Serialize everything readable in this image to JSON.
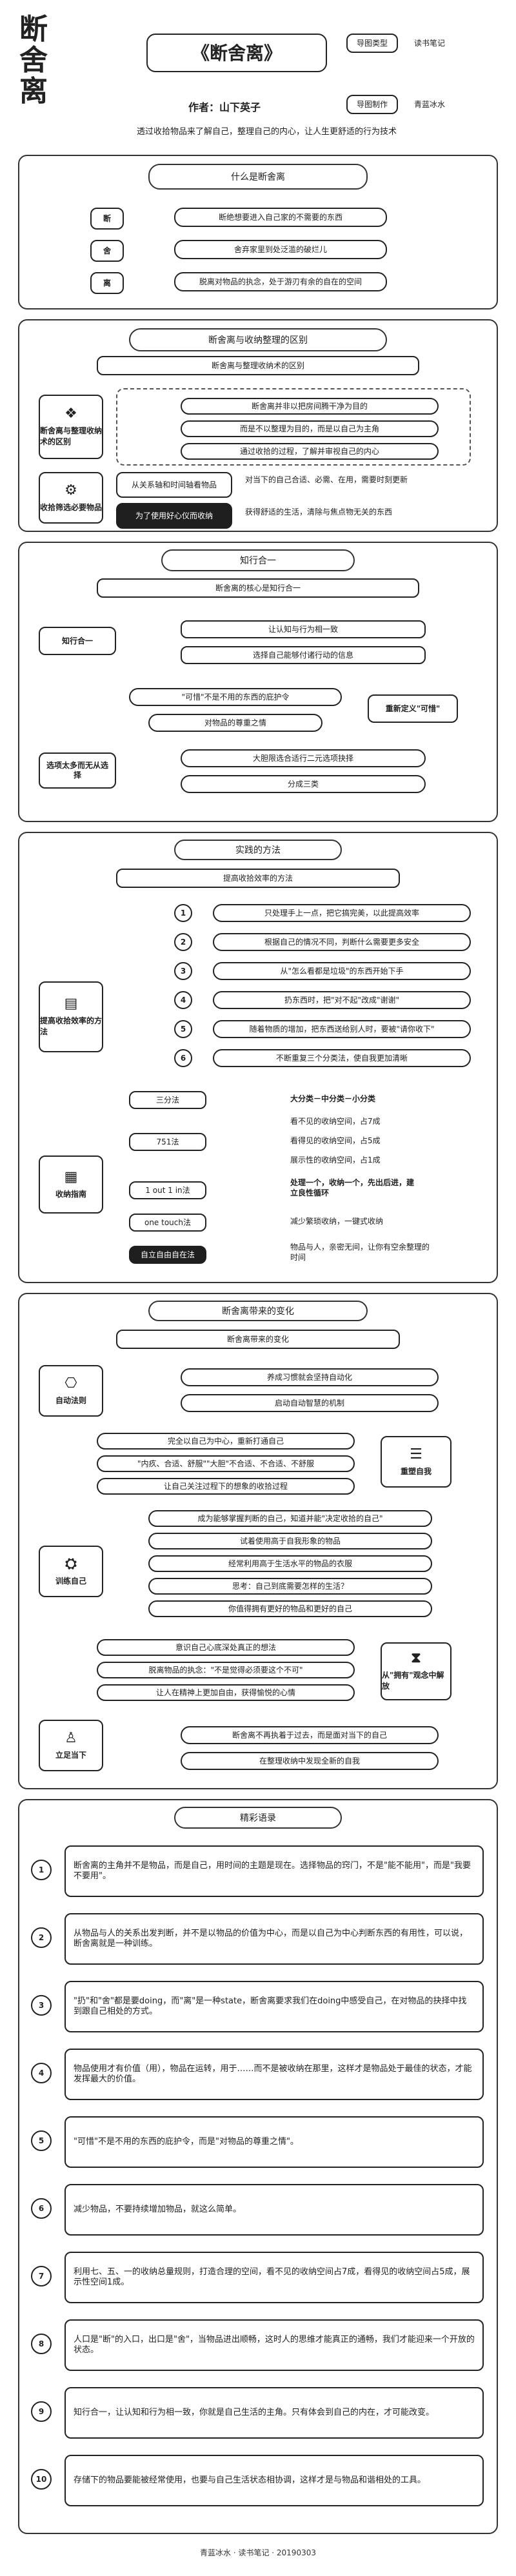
{
  "header": {
    "logo_chars": [
      "断",
      "舍",
      "离"
    ],
    "book_title": "《断舍离》",
    "author": "作者：山下英子",
    "subtitle": "透过收拾物品来了解自己，整理自己的内心，让人生更舒适的行为技术",
    "meta": [
      {
        "k": "导图类型",
        "v": "读书笔记"
      },
      {
        "k": "导图制作",
        "v": "青蓝冰水"
      }
    ]
  },
  "s1": {
    "title": "什么是断舍离",
    "rows": [
      {
        "k": "断",
        "v": "断绝想要进入自己家的不需要的东西"
      },
      {
        "k": "舍",
        "v": "舍弃家里到处泛滥的破烂儿"
      },
      {
        "k": "离",
        "v": "脱离对物品的执念，处于游刃有余的自在的空间"
      }
    ]
  },
  "s2": {
    "title": "断舍离与收纳整理的区别",
    "top_pill": "断舍离与整理收纳术的区别",
    "left_box": "断舍离与整理收纳术的区别",
    "items": [
      "断舍离并非以把房间腾干净为目的",
      "而是不以整理为目的，而是以自己为主角",
      "通过收拾的过程，了解并审视自己的内心"
    ],
    "left_box2": "收拾筛选必要物品",
    "sub": [
      {
        "k": "从关系轴和时间轴看物品",
        "v": "对当下的自己合适、必需、在用，需要时刻更新"
      },
      {
        "k": "为了使用好心仪而收纳",
        "v": "获得舒适的生活，清除与焦点物无关的东西"
      }
    ]
  },
  "s3": {
    "title": "知行合一",
    "top_pill": "断舍离的核心是知行合一",
    "left1": "知行合一",
    "right1": [
      "让认知与行为相一致",
      "选择自己能够付诸行动的信息"
    ],
    "mid_pill": "\"可惜\"不是不用的东西的庇护令",
    "mid_box": "对物品的尊重之情",
    "right_mid": "重新定义\"可惜\"",
    "left2": "选项太多而无从选择",
    "right2": [
      "大胆限选合适行二元选项抉择",
      "分成三类"
    ]
  },
  "s4": {
    "title": "实践的方法",
    "top_pill": "提高收拾效率的方法",
    "left1": "提高收拾效率的方法",
    "steps": [
      {
        "n": "1",
        "t": "只处理手上一点，把它搞完美，以此提高效率"
      },
      {
        "n": "2",
        "t": "根据自己的情况不同，判断什么需要更多安全"
      },
      {
        "n": "3",
        "t": "从\"怎么看都是垃圾\"的东西开始下手"
      },
      {
        "n": "4",
        "t": "扔东西时，把\"对不起\"改成\"谢谢\""
      },
      {
        "n": "5",
        "t": "随着物质的增加，把东西送给别人时，要被\"请你收下\""
      },
      {
        "n": "6",
        "t": "不断重复三个分类法，使自我更加清晰"
      }
    ],
    "left2": "收纳指南",
    "methods": [
      {
        "k": "三分法",
        "v": "大分类－中分类－小分类"
      },
      {
        "k": "751法",
        "v": "看不见的收纳空间，占7成"
      },
      {
        "k": "",
        "v": "看得见的收纳空间，占5成"
      },
      {
        "k": "",
        "v": "展示性的收纳空间，占1成"
      },
      {
        "k": "1 out 1 in法",
        "v": "处理一个，收纳一个，先出后进，建立良性循环"
      },
      {
        "k": "one touch法",
        "v": "减少繁琐收纳，一键式收纳"
      },
      {
        "k": "自立自由自在法",
        "v": "物品与人，亲密无间，让你有空余整理的时间"
      }
    ]
  },
  "s5": {
    "title": "断舍离带来的变化",
    "top_pill": "断舍离带来的变化",
    "left1": "自动法则",
    "right1": [
      "养成习惯就会坚持自动化",
      "启动自动智慧的机制"
    ],
    "pills_mid": [
      "完全以自己为中心，重新打通自己",
      "\"内疚、合适、舒服\"\"大胆\"不合适、不合适、不舒服",
      "让自己关注过程下的想象的收拾过程"
    ],
    "right_mid": "重塑自我",
    "left2": "训练自己",
    "right2": [
      "成为能够掌握判断的自己，知道并能\"决定收拾的自己\"",
      "试着使用高于自我形象的物品",
      "经常利用高于生活水平的物品的衣服",
      "思考：自己到底需要怎样的生活？",
      "你值得拥有更好的物品和更好的自己"
    ],
    "right_mid2": "从\"拥有\"观念中解放",
    "pills_mid2": [
      "意识自己心底深处真正的想法",
      "脱离物品的执念：\"不是觉得必须要这个不可\"",
      "让人在精神上更加自由，获得愉悦的心情"
    ],
    "left3": "立足当下",
    "right3": [
      "断舍离不再执着于过去，而是面对当下的自己",
      "在整理收纳中发现全新的自我"
    ]
  },
  "s6": {
    "title": "精彩语录",
    "quotes": [
      {
        "n": "1",
        "t": "断舍离的主角并不是物品，而是自己，用时间的主题是现在。选择物品的窍门，不是\"能不能用\"，而是\"我要不要用\"。"
      },
      {
        "n": "2",
        "t": "从物品与人的关系出发判断，并不是以物品的价值为中心，而是以自己为中心判断东西的有用性，可以说，断舍离就是一种训练。"
      },
      {
        "n": "3",
        "t": "\"扔\"和\"舍\"都是要doing，而\"离\"是一种state，断舍离要求我们在doing中感受自己，在对物品的抉择中找到跟自己相处的方式。"
      },
      {
        "n": "4",
        "t": "物品使用才有价值（用），物品在运转，用于……而不是被收纳在那里，这样才是物品处于最佳的状态，才能发挥最大的价值。"
      },
      {
        "n": "5",
        "t": "\"可惜\"不是不用的东西的庇护令，而是\"对物品的尊重之情\"。"
      },
      {
        "n": "6",
        "t": "减少物品，不要持续增加物品，就这么简单。"
      },
      {
        "n": "7",
        "t": "利用七、五、一的收纳总量规则，打造合理的空间，看不见的收纳空间占7成，看得见的收纳空间占5成，展示性空间1成。"
      },
      {
        "n": "8",
        "t": "人口是\"断\"的入口，出口是\"舍\"，当物品进出顺畅，这时人的思维才能真正的通畅，我们才能迎来一个开放的状态。"
      },
      {
        "n": "9",
        "t": "知行合一，让认知和行为相一致，你就是自己生活的主角。只有体会到自己的内在，才可能改变。"
      },
      {
        "n": "10",
        "t": "存储下的物品要能被经常使用，也要与自己生活状态相协调，这样才是与物品和谐相处的工具。"
      }
    ]
  },
  "footer": "青蓝冰水 · 读书笔记 · 20190303"
}
